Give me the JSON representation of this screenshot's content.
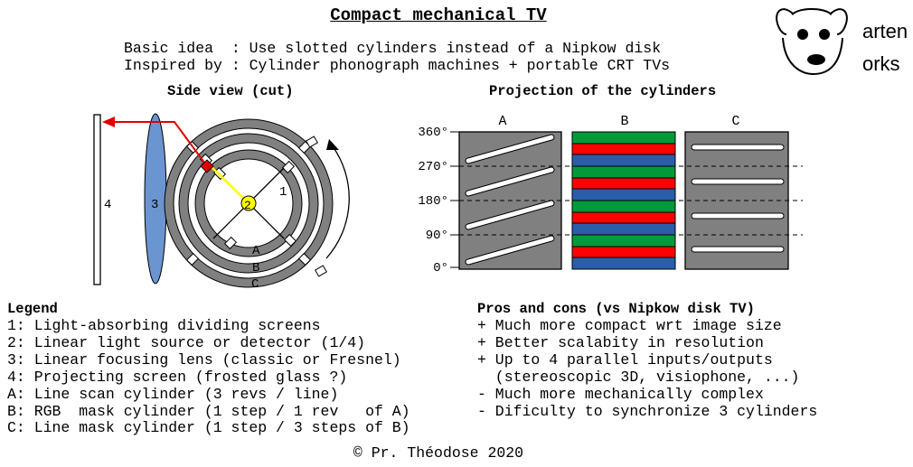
{
  "header": {
    "title": "Compact mechanical TV",
    "basic_idea": "Basic idea  : Use slotted cylinders instead of a Nipkow disk",
    "inspired_by": "Inspired by : Cylinder phonograph machines + portable CRT TVs"
  },
  "logo": {
    "line1": "arten",
    "line2": "orks"
  },
  "side_view": {
    "title": "Side view (cut)",
    "labels": {
      "screen": "4",
      "lens": "3",
      "source": "2",
      "dividers": "1",
      "cyl_a": "A",
      "cyl_b": "B",
      "cyl_c": "C"
    }
  },
  "projection": {
    "title": "Projection of the cylinders",
    "y_ticks": [
      "360°",
      "270°",
      "180°",
      "90°",
      "0°"
    ],
    "columns": [
      "A",
      "B",
      "C"
    ],
    "colors": {
      "red": "#ff0000",
      "green": "#009a3a",
      "blue": "#2a5ea8",
      "gray": "#808080",
      "lens": "#6a95d0",
      "arrow": "#e00000",
      "light": "#ffff00"
    }
  },
  "legend": {
    "title": "Legend",
    "items": [
      "1: Light-absorbing dividing screens",
      "2: Linear light source or detector (1/4)",
      "3: Linear focusing lens (classic or Fresnel)",
      "4: Projecting screen (frosted glass ?)",
      "A: Line scan cylinder (3 revs / line)",
      "B: RGB  mask cylinder (1 step / 1 rev   of A)",
      "C: Line mask cylinder (1 step / 3 steps of B)"
    ]
  },
  "pros_cons": {
    "title": "Pros and cons (vs Nipkow disk TV)",
    "items": [
      "+ Much more compact wrt image size",
      "+ Better scalabity in resolution",
      "+ Up to 4 parallel inputs/outputs",
      "  (stereoscopic 3D, visiophone, ...)",
      "- Much more mechanically complex",
      "- Dificulty to synchronize 3 cylinders"
    ]
  },
  "footer": {
    "copyright": "© Pr. Théodose 2020"
  }
}
